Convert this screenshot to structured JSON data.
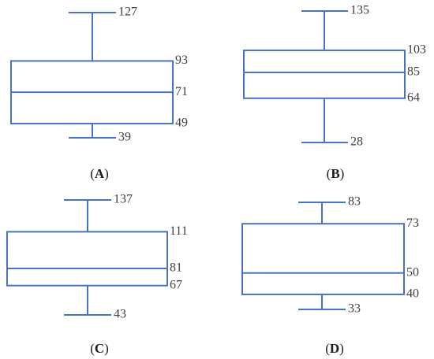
{
  "colors": {
    "box": "#4a72c4",
    "text": "#404040",
    "caption": "#1a1a1a"
  },
  "chart_data": [
    {
      "type": "box",
      "label": "A",
      "min": 39,
      "q1": 49,
      "median": 71,
      "q3": 93,
      "max": 127,
      "labels": {
        "min": "39",
        "q1": "49",
        "median": "71",
        "q3": "93",
        "max": "127"
      }
    },
    {
      "type": "box",
      "label": "B",
      "min": 28,
      "q1": 64,
      "median": 85,
      "q3": 103,
      "max": 135,
      "labels": {
        "min": "28",
        "q1": "64",
        "median": "85",
        "q3": "103",
        "max": "135"
      }
    },
    {
      "type": "box",
      "label": "C",
      "min": 43,
      "q1": 67,
      "median": 81,
      "q3": 111,
      "max": 137,
      "labels": {
        "min": "43",
        "q1": "67",
        "median": "81",
        "q3": "111",
        "max": "137"
      }
    },
    {
      "type": "box",
      "label": "D",
      "min": 33,
      "q1": 40,
      "median": 50,
      "q3": 73,
      "max": 83,
      "labels": {
        "min": "33",
        "q1": "40",
        "median": "50",
        "q3": "73",
        "max": "83"
      }
    }
  ]
}
